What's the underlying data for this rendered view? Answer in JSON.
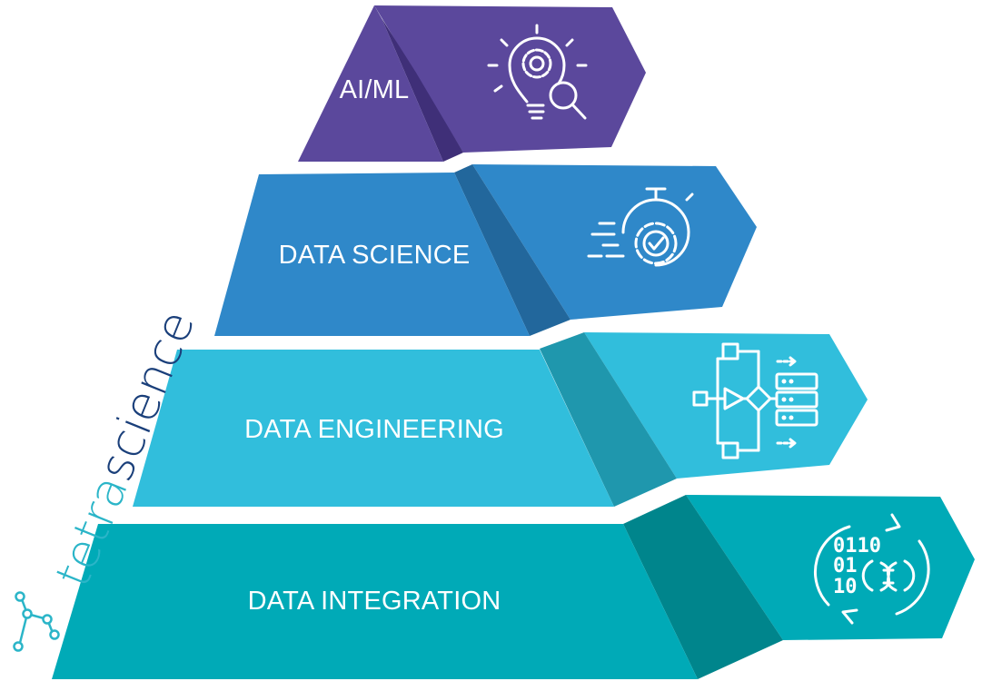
{
  "brand": {
    "logo_part1": "tetra",
    "logo_part2": "science",
    "color_dark": "#1a3f7a",
    "color_teal": "#2bb5c8"
  },
  "tiers": [
    {
      "label": "AI/ML",
      "icon": "lightbulb-gear-magnifier-icon",
      "color": "#5b489c",
      "shadow": "#3f2f78"
    },
    {
      "label": "DATA SCIENCE",
      "icon": "stopwatch-gear-check-icon",
      "color": "#2f88c9",
      "shadow": "#22679c"
    },
    {
      "label": "DATA ENGINEERING",
      "icon": "data-pipeline-servers-icon",
      "color": "#31bedc",
      "shadow": "#1f97ad"
    },
    {
      "label": "DATA INTEGRATION",
      "icon": "binary-dna-cycle-icon",
      "color": "#00aab7",
      "shadow": "#00858c"
    }
  ],
  "binary": {
    "row1": "0110",
    "row2": "01",
    "row3": "10"
  }
}
